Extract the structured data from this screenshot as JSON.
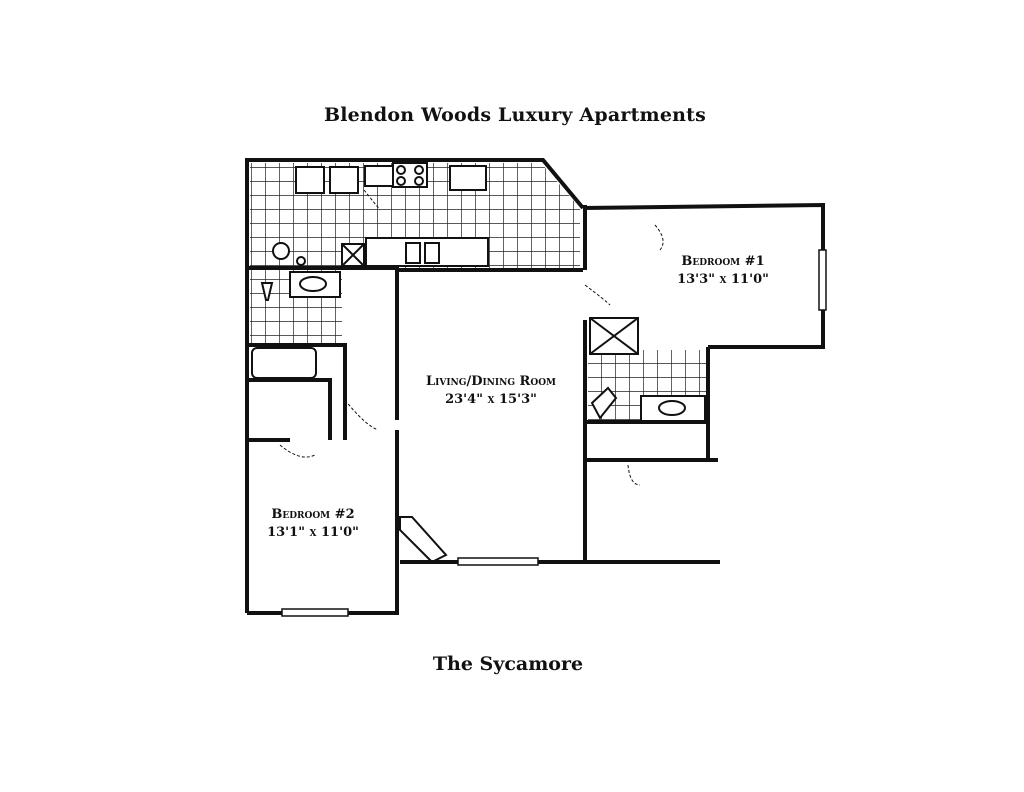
{
  "header": {
    "title": "Blendon Woods Luxury Apartments"
  },
  "footer": {
    "plan_name": "The Sycamore"
  },
  "rooms": [
    {
      "name": "Bedroom #1",
      "size": "13'3\" x 11'0\""
    },
    {
      "name": "Living/Dining Room",
      "size": "23'4\" x 15'3\""
    },
    {
      "name": "Bedroom #2",
      "size": "13'1\" x 11'0\""
    }
  ]
}
